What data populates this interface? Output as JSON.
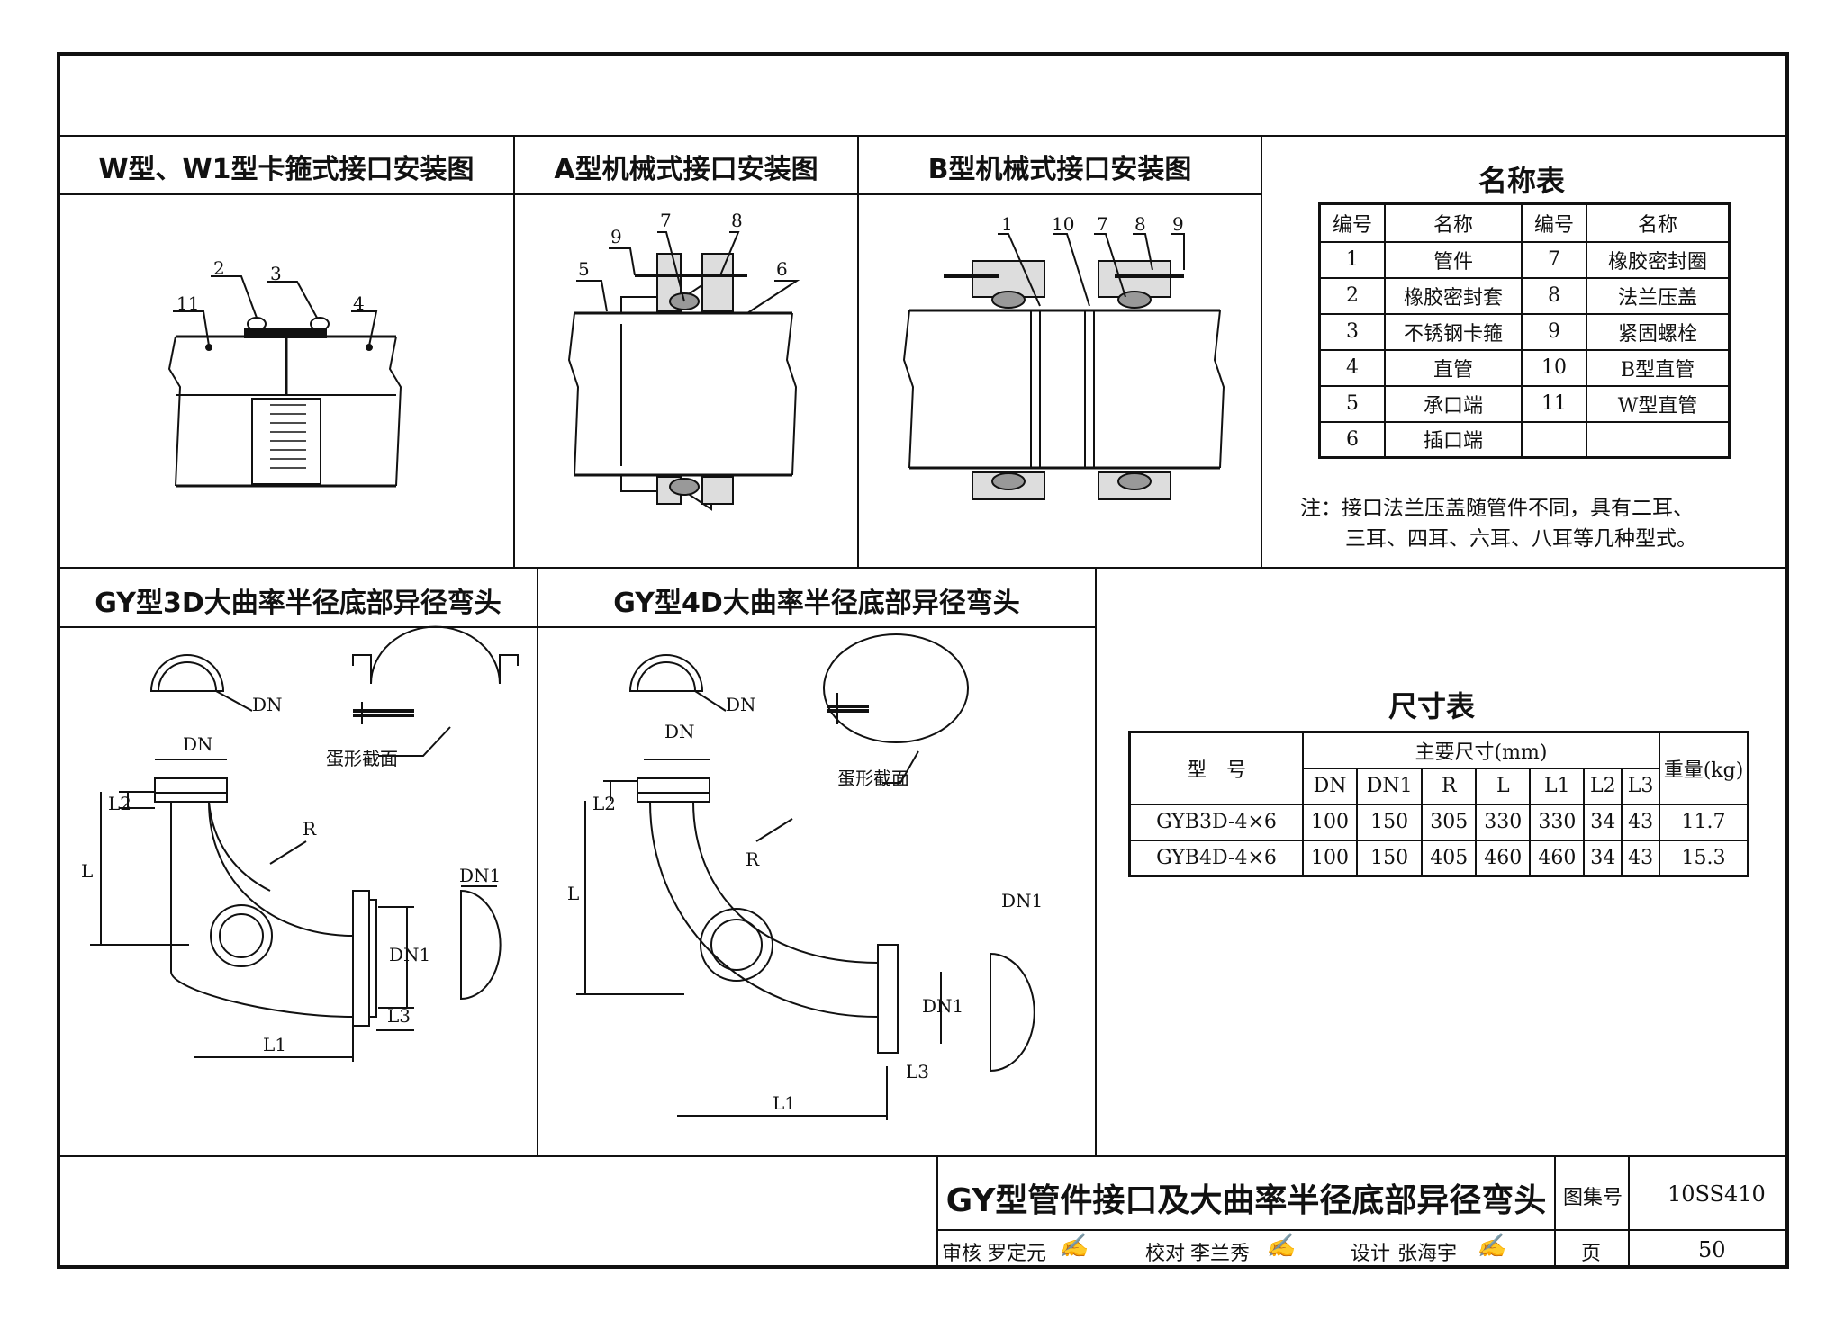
{
  "panels": {
    "w_title": "W型、W1型卡箍式接口安装图",
    "a_title": "A型机械式接口安装图",
    "b_title": "B型机械式接口安装图",
    "gy3d_title": "GY型3D大曲率半径底部异径弯头",
    "gy4d_title": "GY型4D大曲率半径底部异径弯头"
  },
  "callouts": {
    "w": [
      "2",
      "3",
      "11",
      "4"
    ],
    "a": [
      "7",
      "8",
      "9",
      "5",
      "6"
    ],
    "b": [
      "1",
      "10",
      "7",
      "8",
      "9"
    ]
  },
  "elbow_labels": {
    "dn": "DN",
    "dn1": "DN1",
    "l": "L",
    "l1": "L1",
    "l2": "L2",
    "l3": "L3",
    "r": "R",
    "egg": "蛋形截面"
  },
  "name_table": {
    "title": "名称表",
    "headers": [
      "编号",
      "名称",
      "编号",
      "名称"
    ],
    "rows": [
      [
        "1",
        "管件",
        "7",
        "橡胶密封圈"
      ],
      [
        "2",
        "橡胶密封套",
        "8",
        "法兰压盖"
      ],
      [
        "3",
        "不锈钢卡箍",
        "9",
        "紧固螺栓"
      ],
      [
        "4",
        "直管",
        "10",
        "B型直管"
      ],
      [
        "5",
        "承口端",
        "11",
        "W型直管"
      ],
      [
        "6",
        "插口端",
        "",
        ""
      ]
    ],
    "note_line1": "注：接口法兰压盖随管件不同，具有二耳、",
    "note_line2": "三耳、四耳、六耳、八耳等几种型式。"
  },
  "size_table": {
    "title": "尺寸表",
    "model_header": "型　号",
    "main_header": "主要尺寸(mm)",
    "weight_header": "重量(kg)",
    "cols": [
      "DN",
      "DN1",
      "R",
      "L",
      "L1",
      "L2",
      "L3"
    ],
    "rows": [
      {
        "model": "GYB3D-4×6",
        "vals": [
          "100",
          "150",
          "305",
          "330",
          "330",
          "34",
          "43"
        ],
        "weight": "11.7"
      },
      {
        "model": "GYB4D-4×6",
        "vals": [
          "100",
          "150",
          "405",
          "460",
          "460",
          "34",
          "43"
        ],
        "weight": "15.3"
      }
    ]
  },
  "title_block": {
    "drawing_title": "GY型管件接口及大曲率半径底部异径弯头",
    "atlas_label": "图集号",
    "atlas_no": "10SS410",
    "review_label": "审核",
    "reviewer": "罗定元",
    "check_label": "校对",
    "checker": "李兰秀",
    "design_label": "设计",
    "designer": "张海宇",
    "page_label": "页",
    "page_no": "50"
  }
}
